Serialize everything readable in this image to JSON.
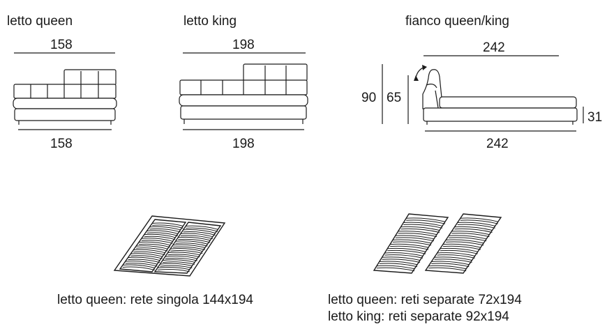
{
  "views": {
    "queen": {
      "title": "letto queen",
      "top_dim": "158",
      "bottom_dim": "158"
    },
    "king": {
      "title": "letto king",
      "top_dim": "198",
      "bottom_dim": "198"
    },
    "side": {
      "title": "fianco queen/king",
      "top_dim": "242",
      "bottom_dim": "242",
      "height_total": "90",
      "height_headboard": "65",
      "height_base": "31"
    }
  },
  "slats": {
    "single": {
      "caption": "letto queen: rete singola 144x194"
    },
    "separate": {
      "caption_line1": "letto queen: reti separate 72x194",
      "caption_line2": "letto king: reti separate 92x194"
    }
  }
}
